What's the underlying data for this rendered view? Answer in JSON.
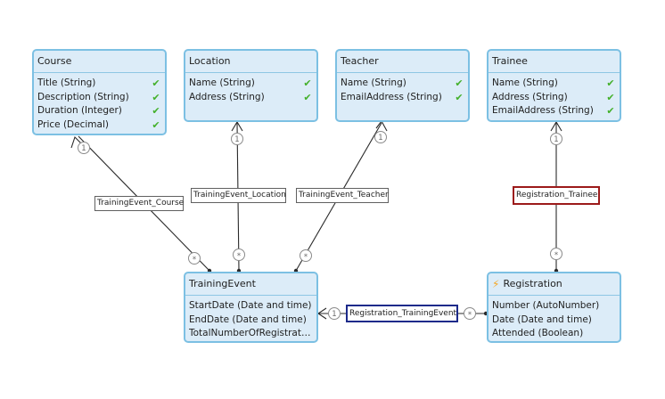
{
  "entities": {
    "course": {
      "name": "Course",
      "attributes": [
        "Title (String)",
        "Description (String)",
        "Duration (Integer)",
        "Price (Decimal)"
      ]
    },
    "location": {
      "name": "Location",
      "attributes": [
        "Name (String)",
        "Address (String)"
      ]
    },
    "teacher": {
      "name": "Teacher",
      "attributes": [
        "Name (String)",
        "EmailAddress (String)"
      ]
    },
    "trainee": {
      "name": "Trainee",
      "attributes": [
        "Name (String)",
        "Address (String)",
        "EmailAddress (String)"
      ]
    },
    "training_event": {
      "name": "TrainingEvent",
      "attributes": [
        "StartDate (Date and time)",
        "EndDate (Date and time)",
        "TotalNumberOfRegistrations"
      ]
    },
    "registration": {
      "name": "Registration",
      "attributes": [
        "Number (AutoNumber)",
        "Date (Date and time)",
        "Attended (Boolean)"
      ]
    }
  },
  "associations": {
    "training_event_course": "TrainingEvent_Course",
    "training_event_location": "TrainingEvent_Location",
    "training_event_teacher": "TrainingEvent_Teacher",
    "registration_trainee": "Registration_Trainee",
    "registration_training_event": "Registration_TrainingEvent"
  },
  "multiplicity": {
    "one": "1",
    "many": "*"
  },
  "colors": {
    "entity_fill": "#dcecf8",
    "entity_border": "#7cc0e3",
    "check": "#43b02a",
    "selected_red": "#9c1a1a",
    "selected_blue": "#1c2a8a"
  }
}
